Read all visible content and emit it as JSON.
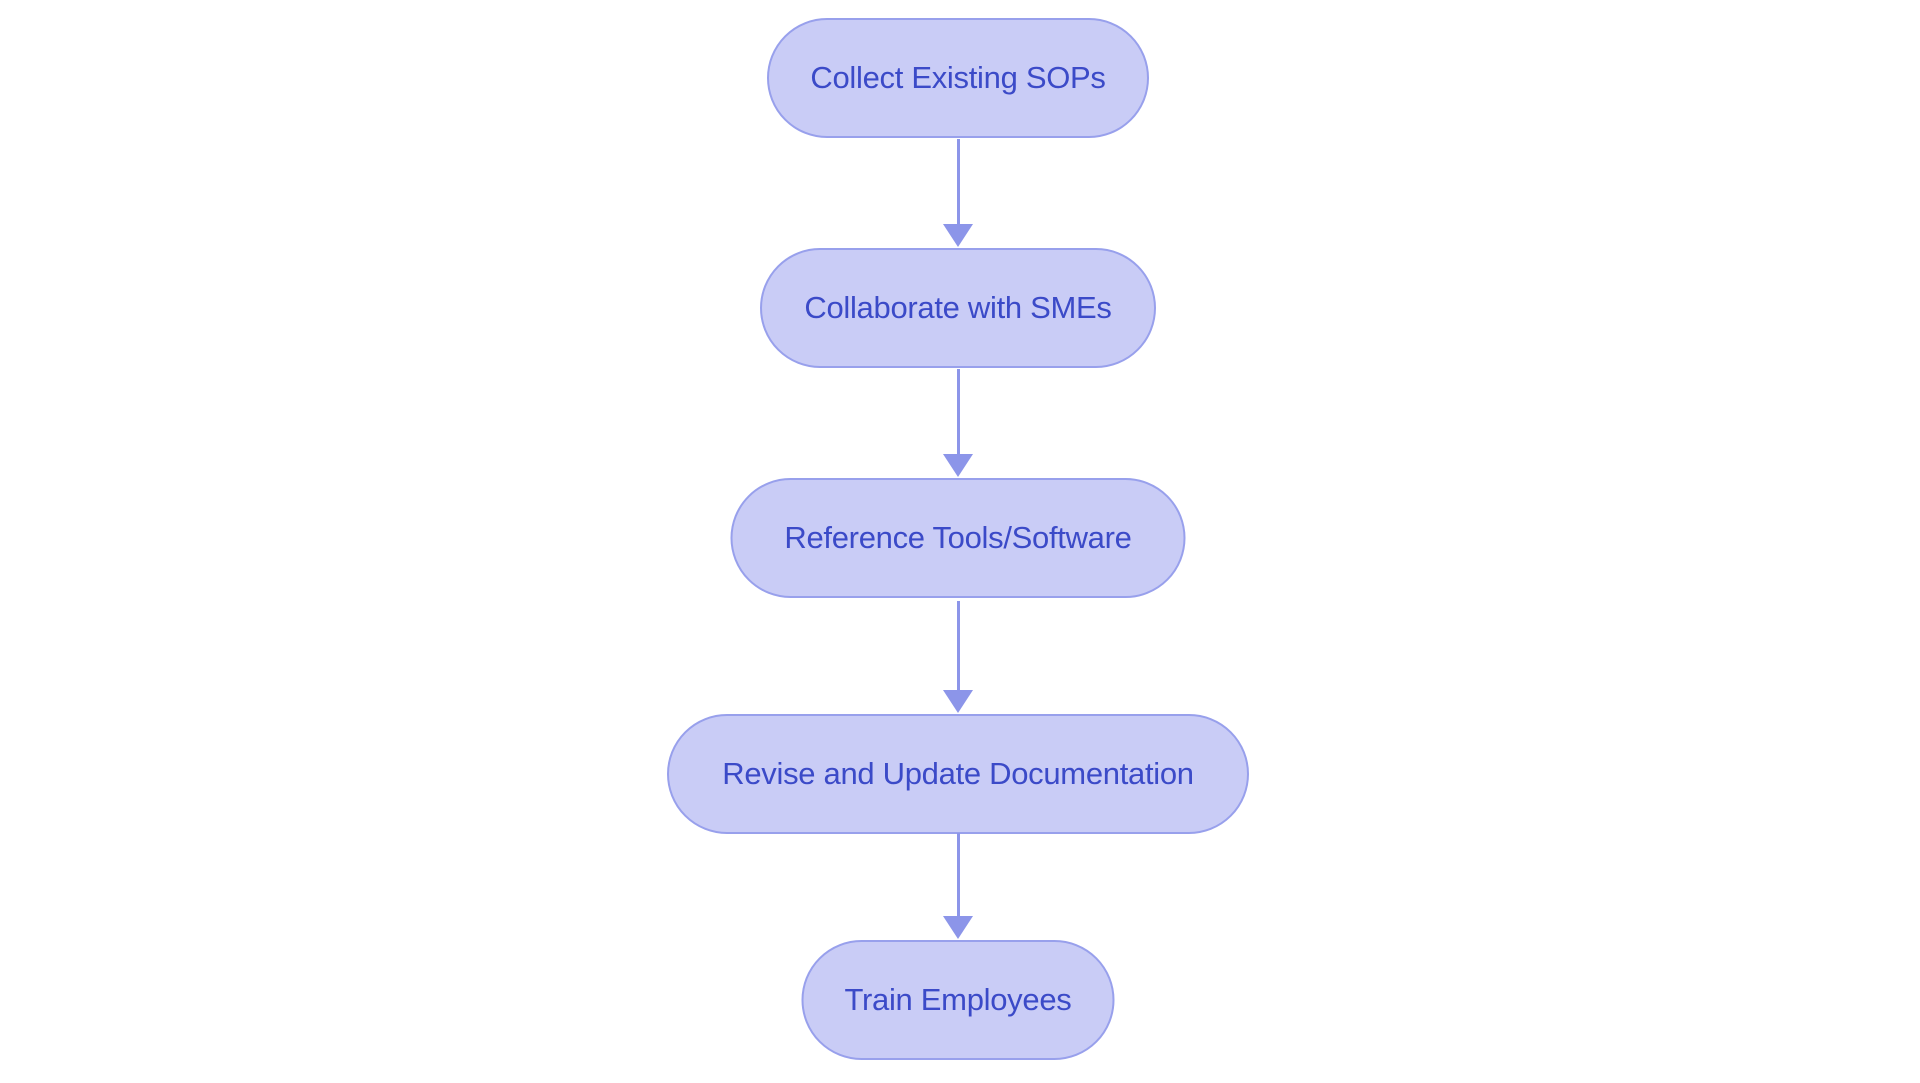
{
  "diagram": {
    "type": "flowchart",
    "direction": "top-down",
    "nodes": [
      {
        "id": "n1",
        "label": "Collect Existing SOPs"
      },
      {
        "id": "n2",
        "label": "Collaborate with SMEs"
      },
      {
        "id": "n3",
        "label": "Reference Tools/Software"
      },
      {
        "id": "n4",
        "label": "Revise and Update Documentation"
      },
      {
        "id": "n5",
        "label": "Train Employees"
      }
    ],
    "edges": [
      {
        "from": "n1",
        "to": "n2"
      },
      {
        "from": "n2",
        "to": "n3"
      },
      {
        "from": "n3",
        "to": "n4"
      },
      {
        "from": "n4",
        "to": "n5"
      }
    ],
    "colors": {
      "node_fill": "#c9ccf6",
      "node_border": "#98a0ec",
      "node_text": "#3b4ac8",
      "arrow": "#8c95e9",
      "background": "#ffffff"
    }
  }
}
